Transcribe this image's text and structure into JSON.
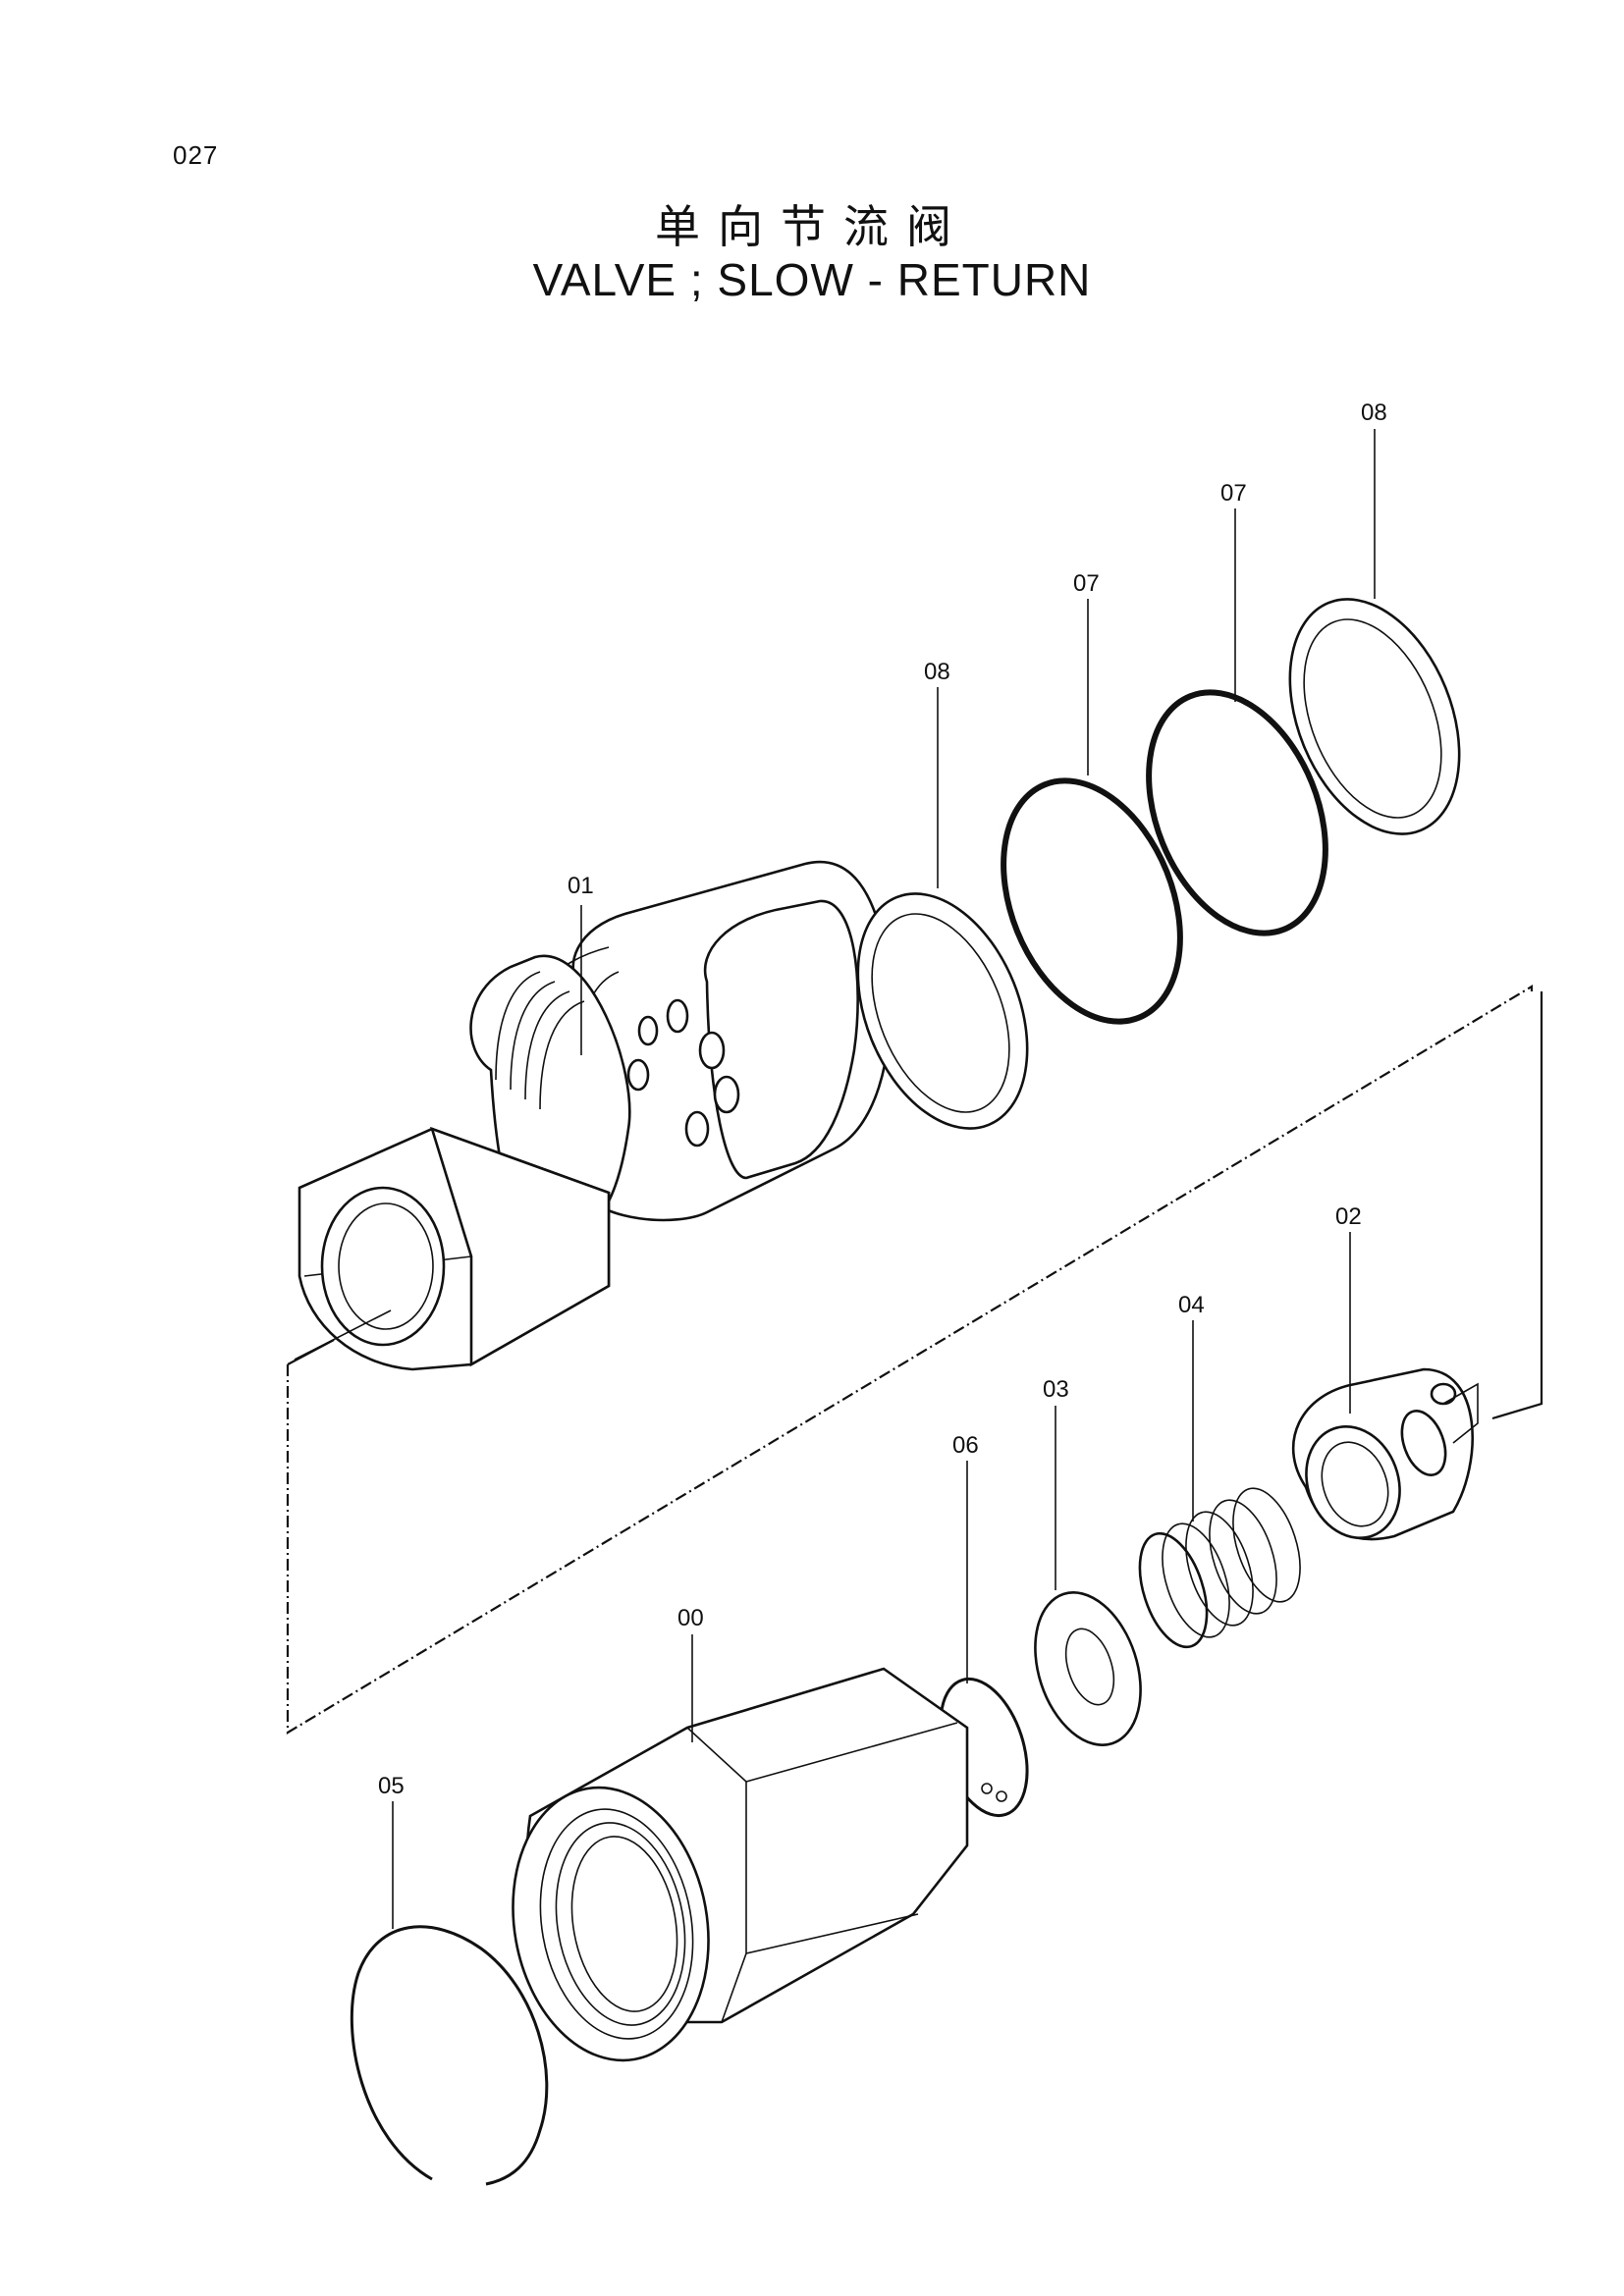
{
  "page_number": "027",
  "title": {
    "chinese": "单向节流阀",
    "english": "VALVE ; SLOW - RETURN"
  },
  "callouts": {
    "c01": "01",
    "c02": "02",
    "c03": "03",
    "c04": "04",
    "c05": "05",
    "c06": "06",
    "c07a": "07",
    "c07b": "07",
    "c08a": "08",
    "c08b": "08",
    "c00": "00"
  }
}
